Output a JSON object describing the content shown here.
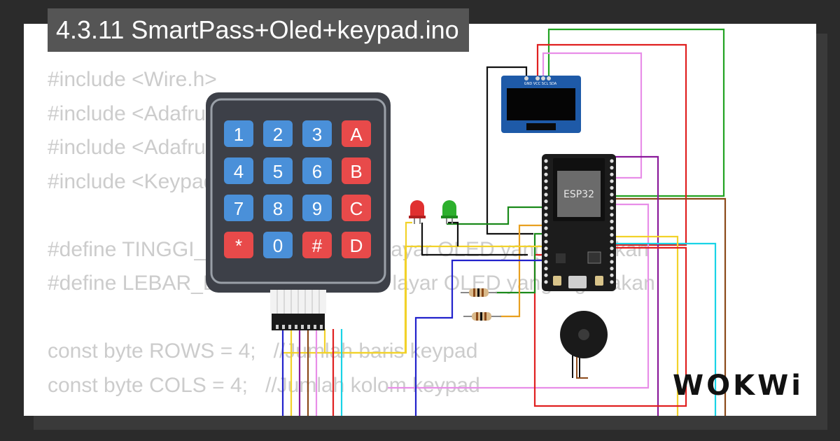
{
  "window": {
    "title": "4.3.11 SmartPass+Oled+keypad.ino"
  },
  "code_lines": [
    "#include <Wire.h>",
    "#include <Adafruit_GFX.h>",
    "#include <Adafruit_SSD1306.h>",
    "#include <Keypad.h>",
    "",
    "#define TINGGI_LAYAR 64 // Tinggi layar OLED yang digunakan",
    "#define LEBAR_LAYAR 128 // Lebar layar OLED yang digunakan",
    "",
    "const byte ROWS = 4;   //Jumlah baris keypad",
    "const byte COLS = 4;   //Jumlah kolom keypad"
  ],
  "keypad": {
    "keys": [
      "1",
      "2",
      "3",
      "A",
      "4",
      "5",
      "6",
      "B",
      "7",
      "8",
      "9",
      "C",
      "*",
      "0",
      "#",
      "D"
    ]
  },
  "board": {
    "chip_label": "ESP32"
  },
  "oled": {
    "pin_labels": "GND VCC SCL SDA"
  },
  "brand": {
    "logo": "WOKWi"
  },
  "colors": {
    "digit_key": "#4a90d9",
    "letter_key": "#e84a4a",
    "keypad_body": "#3d4048",
    "background": "#2b2b2b",
    "card": "#ffffff",
    "title_bar": "#555555"
  }
}
